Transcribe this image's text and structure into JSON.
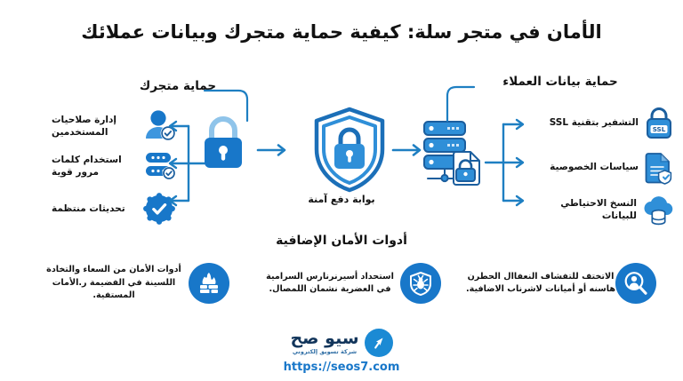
{
  "title": "الأمان في متجر سلة: كيفية حماية متجرك وبيانات عملائك",
  "colors": {
    "primary_blue": "#1877c9",
    "deep_blue": "#1b5e9e",
    "light_blue": "#4da3e8",
    "navy": "#12355b",
    "arrow_blue": "#1e7fc2",
    "text_dark": "#111111"
  },
  "sections": {
    "store": {
      "heading": "حماية متجرك",
      "items": [
        {
          "label": "إدارة صلاحيات المستخدمين",
          "icon": "user-check-icon"
        },
        {
          "label": "استخدام كلمات مرور قوية",
          "icon": "password-bars-icon"
        },
        {
          "label": "تحديثات منتظمة",
          "icon": "verified-badge-icon"
        }
      ]
    },
    "center": {
      "caption": "بوابة دفع آمنة",
      "icon": "shield-lock-icon"
    },
    "customer": {
      "heading": "حماية بيانات العملاء",
      "icon": "server-lock-icon",
      "items": [
        {
          "label": "التشفير بتقنية SSL",
          "icon": "ssl-padlock-icon"
        },
        {
          "label": "سياسات الخصوصية",
          "icon": "document-shield-icon"
        },
        {
          "label": "النسخ الاحتياطي للبيانات",
          "icon": "cloud-database-icon"
        }
      ]
    },
    "tools": {
      "heading": "أدوات الأمان الإضافية",
      "cards": [
        {
          "text": "أدوات الأمان من السعاء والتخادة اللسينة في الفضيمة ر.الأمات المستفية.",
          "icon": "firewall-icon"
        },
        {
          "text": "استحداد أسيرنرنارس السرامية في العضرية نشمان اللمصال.",
          "icon": "shield-bug-icon"
        },
        {
          "text": "الاتختف للتفشاف النعفاال الحطرن هاسنه أو أميانات لاشرناب الاضافية.",
          "icon": "user-search-icon"
        }
      ]
    }
  },
  "footer": {
    "brand": "سيو صح",
    "tagline": "شركة تسويق إلكتروني",
    "url": "https://seos7.com",
    "icon": "arrow-logo-icon"
  }
}
